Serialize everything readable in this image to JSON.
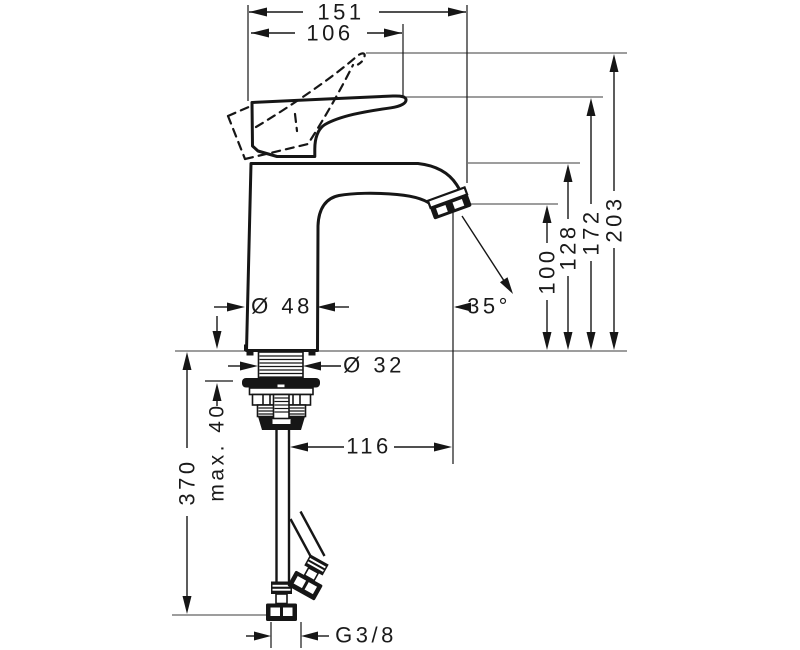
{
  "drawing": {
    "kind": "technical-dimension-drawing",
    "subject": "single-hole basin mixer faucet with supply hoses",
    "colors": {
      "ink": "#161616",
      "reference_line": "#8f8f8f",
      "background": "#ffffff"
    },
    "labels": {
      "width_total": "151",
      "width_spout": "106",
      "height_total": "203",
      "height_handle": "172",
      "height_spout": "128",
      "height_outlet": "100",
      "dia_body": "Ø 48",
      "dia_shank": "Ø 32",
      "spray_angle": "35°",
      "hose_offset": "116",
      "max_counter_thickness": "max. 40",
      "hose_length": "370",
      "connection_thread": "G3/8"
    }
  }
}
